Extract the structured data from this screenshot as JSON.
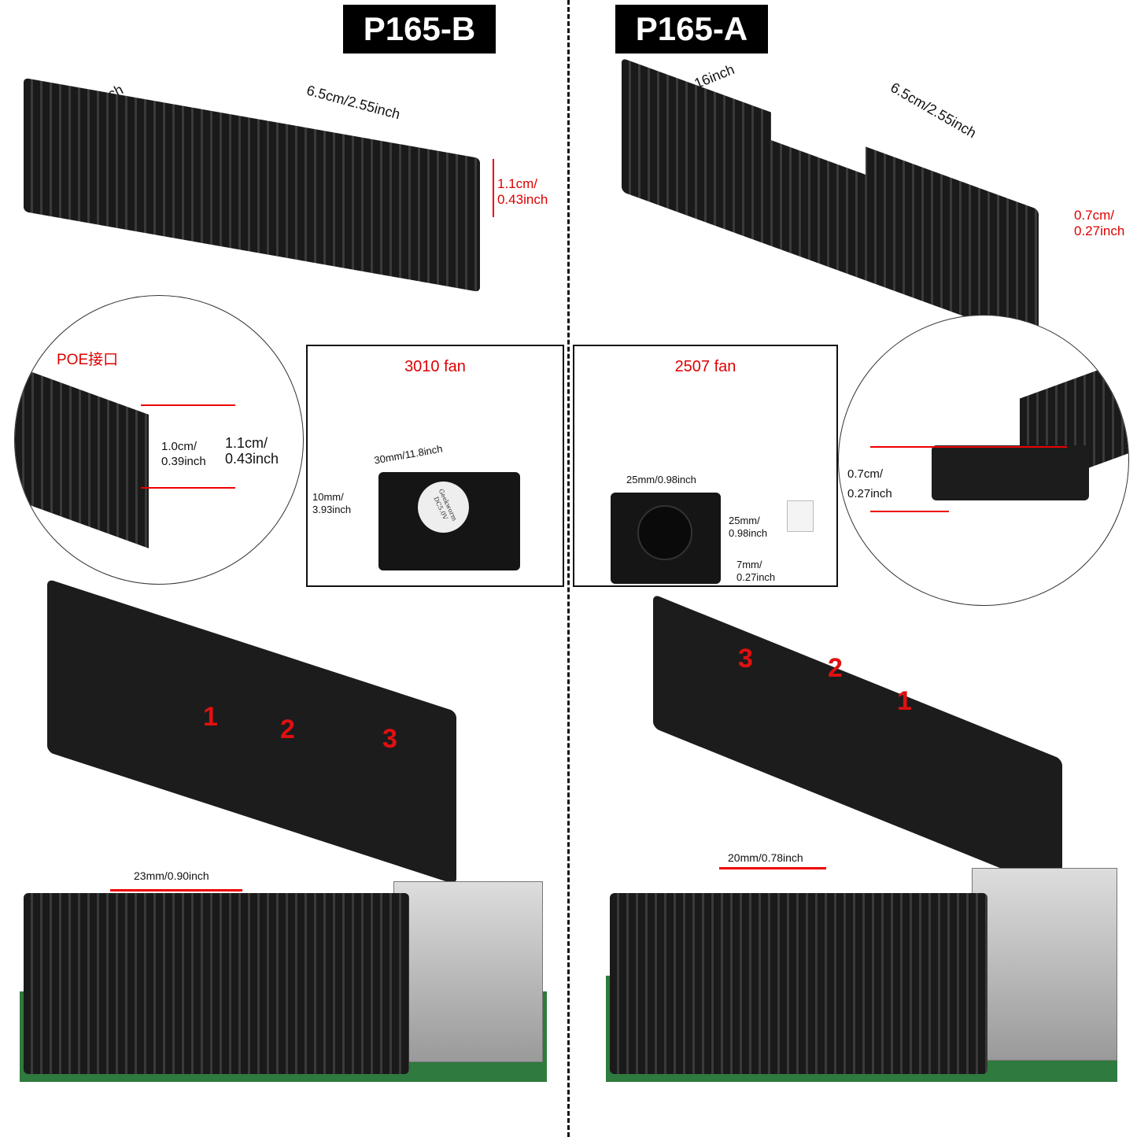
{
  "left": {
    "title": "P165-B",
    "dims": {
      "width": "5.5cm/2.16inch",
      "length": "6.5cm/2.55inch",
      "height": "1.1cm/\n0.43inch"
    },
    "detail": {
      "poe": "POE接口",
      "h1": "1.0cm/\n0.39inch",
      "h2": "1.1cm/\n0.43inch"
    },
    "fan": {
      "title": "3010 fan",
      "width": "30mm/11.8inch",
      "height": "10mm/\n3.93inch",
      "label": "Geekworm DC5.0V"
    },
    "pads": [
      "1",
      "2",
      "3"
    ],
    "spacing": "23mm/0.90inch"
  },
  "right": {
    "title": "P165-A",
    "dims": {
      "width": "5.5cm/2.16inch",
      "length": "6.5cm/2.55inch",
      "height": "0.7cm/\n0.27inch"
    },
    "detail": {
      "h": "0.7cm/\n0.27inch"
    },
    "fan": {
      "title": "2507 fan",
      "width": "25mm/0.98inch",
      "height": "25mm/\n0.98inch",
      "depth": "7mm/\n0.27inch"
    },
    "pads": [
      "1",
      "2",
      "3"
    ],
    "spacing": "20mm/0.78inch"
  },
  "colors": {
    "accent": "#e00000",
    "metal": "#1c1c1c",
    "pcb": "#2f7a3e"
  }
}
